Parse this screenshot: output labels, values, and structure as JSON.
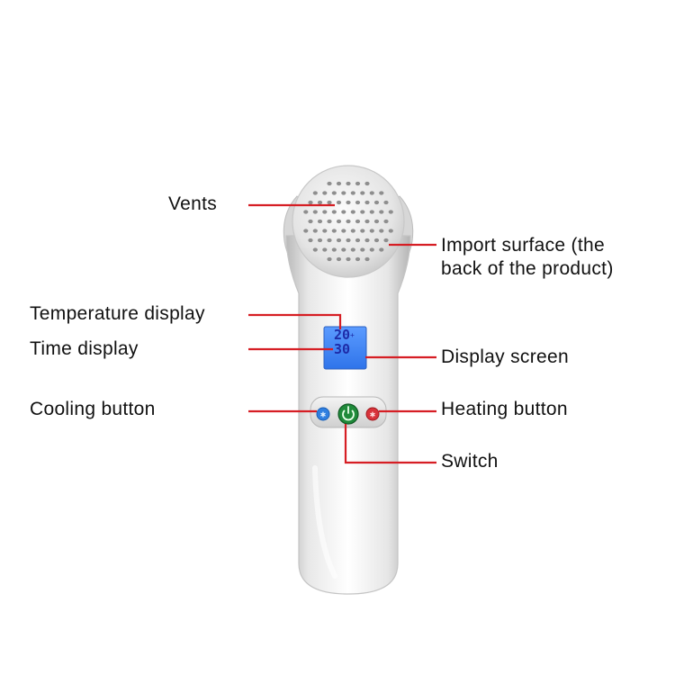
{
  "labels": {
    "vents": "Vents",
    "import_surface_line1": "Import surface (the",
    "import_surface_line2": "back of the product)",
    "temperature_display": "Temperature display",
    "time_display": "Time display",
    "display_screen": "Display screen",
    "cooling_button": "Cooling button",
    "heating_button": "Heating button",
    "switch": "Switch"
  },
  "screen": {
    "temperature_value": "20",
    "time_value": "30"
  },
  "colors": {
    "leader_line": "#d61e24",
    "lcd_background": "#3f86f5",
    "cooling_button": "#2f7fe0",
    "switch_button": "#1f8a3a",
    "heating_button": "#d8323a",
    "device_body": "#e9e9e9"
  }
}
